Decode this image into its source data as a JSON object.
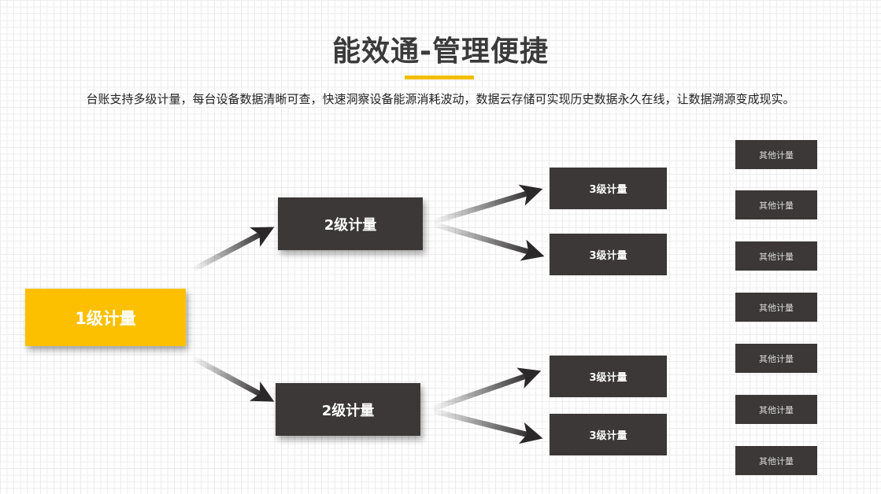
{
  "header": {
    "title": "能效通-管理便捷",
    "description": "台账支持多级计量，每台设备数据清晰可查，快速洞察设备能源消耗波动，数据云存储可实现历史数据永久在线，让数据溯源变成现实。"
  },
  "colors": {
    "accent": "#fcc000",
    "box": "#3b3837"
  },
  "diagram": {
    "level1": "1级计量",
    "level2": [
      "2级计量",
      "2级计量"
    ],
    "level3": [
      "3级计量",
      "3级计量",
      "3级计量",
      "3级计量"
    ],
    "others": [
      "其他计量",
      "其他计量",
      "其他计量",
      "其他计量",
      "其他计量",
      "其他计量",
      "其他计量"
    ]
  }
}
